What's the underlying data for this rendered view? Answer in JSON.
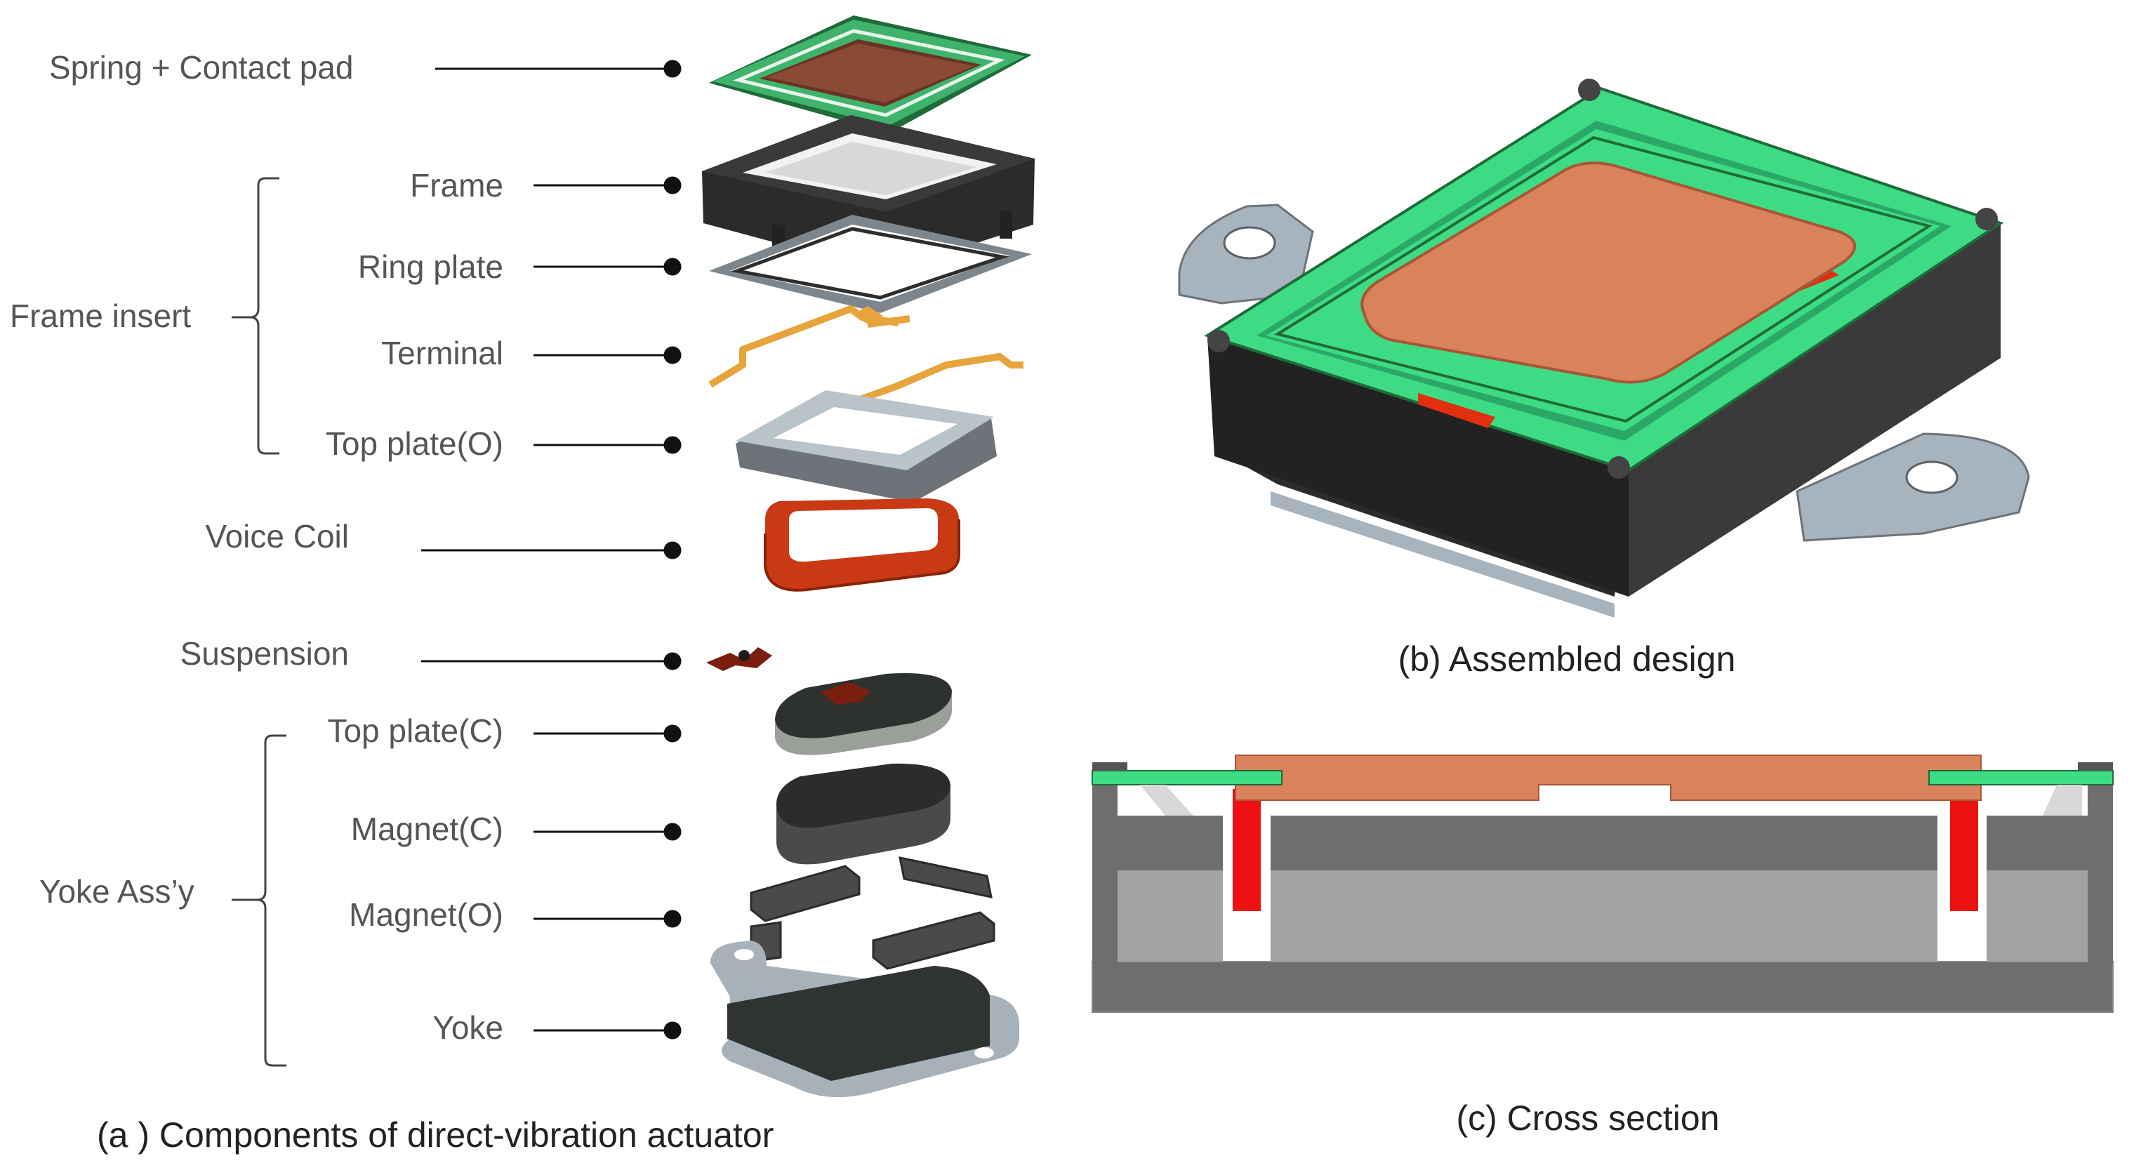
{
  "figure": {
    "components": [
      {
        "label": "Spring + Contact pad"
      },
      {
        "label": "Frame"
      },
      {
        "label": "Ring plate"
      },
      {
        "label": "Terminal"
      },
      {
        "label": "Top plate(O)"
      },
      {
        "label": "Voice Coil"
      },
      {
        "label": "Suspension"
      },
      {
        "label": "Top plate(C)"
      },
      {
        "label": "Magnet(C)"
      },
      {
        "label": "Magnet(O)"
      },
      {
        "label": "Yoke"
      }
    ],
    "groups": {
      "frame_insert": "Frame insert",
      "yoke_assy": "Yoke Ass’y"
    },
    "captions": {
      "a": "(a ) Components of direct-vibration actuator",
      "b": "(b) Assembled design",
      "c": "(c) Cross section"
    },
    "colors": {
      "spring_green": "#3ddc84",
      "spring_dark_green": "#1f6b3a",
      "contact_pad": "#d9825b",
      "contact_pad_dark": "#5a2e22",
      "frame_black": "#2a2a2a",
      "terminal_orange": "#e8a43c",
      "coil_red": "#d4401a",
      "section_red": "#ee1111",
      "plate_gray": "#a7b3bd",
      "magnet_gray": "#555555",
      "yoke_dark": "#2f3331",
      "section_dark_gray": "#6e6e6e",
      "section_light_gray": "#a3a3a3"
    }
  }
}
